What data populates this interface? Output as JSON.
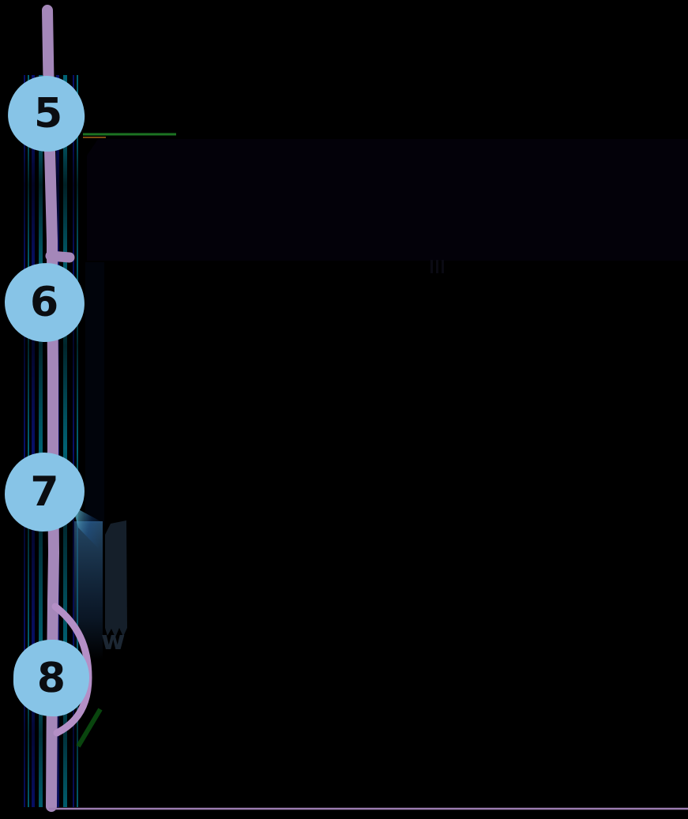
{
  "timeline": {
    "steps": [
      {
        "label": "5"
      },
      {
        "label": "6"
      },
      {
        "label": "7"
      },
      {
        "label": "8"
      }
    ],
    "ghost_word": "w"
  },
  "colors": {
    "background": "#000000",
    "timeline_purple": "#a487b9",
    "hug_purple": "#b48fc6",
    "bottom_rule_purple": "#9c7cb1",
    "circle_blue": "#87c4e7",
    "step_number": "#0b0d11",
    "navy_bar": "#151f2a",
    "ghost_text_navy": "#1c2733",
    "green_line": "#1c7322",
    "orange_line": "#7c4a12",
    "green_diagonal": "#0b4d10",
    "streak_blue": "#1222e8",
    "streak_cyan": "#00d9ff",
    "panel_black": "#030109"
  }
}
